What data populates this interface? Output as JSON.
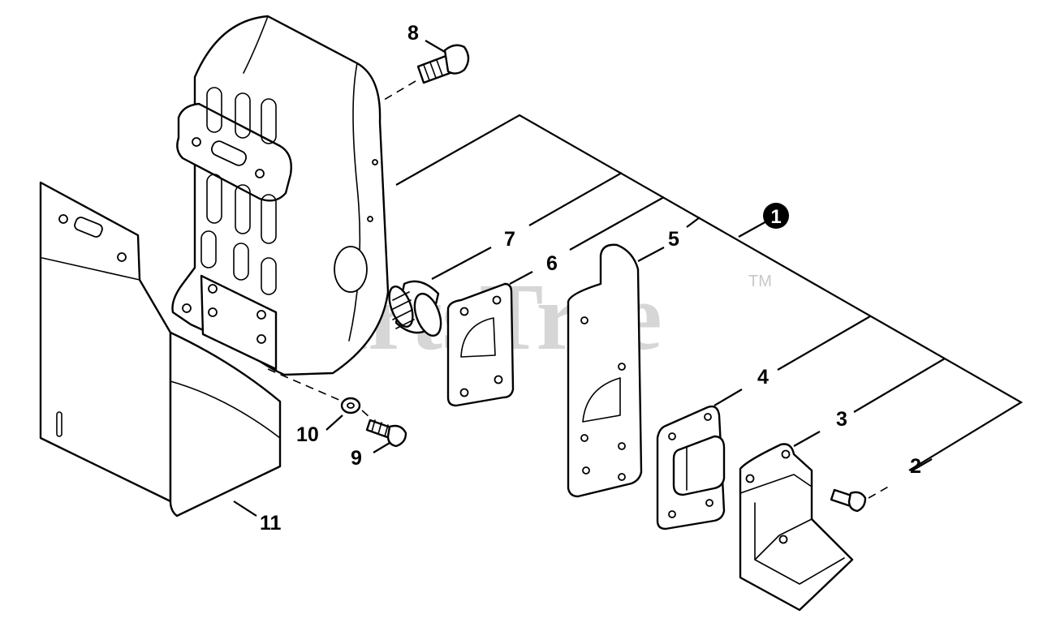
{
  "watermark": {
    "text": "PartsTree",
    "trademark": "TM"
  },
  "assembly_badge": "1",
  "callouts": {
    "c2": "2",
    "c3": "3",
    "c4": "4",
    "c5": "5",
    "c6": "6",
    "c7": "7",
    "c8": "8",
    "c9": "9",
    "c10": "10",
    "c11": "11"
  }
}
